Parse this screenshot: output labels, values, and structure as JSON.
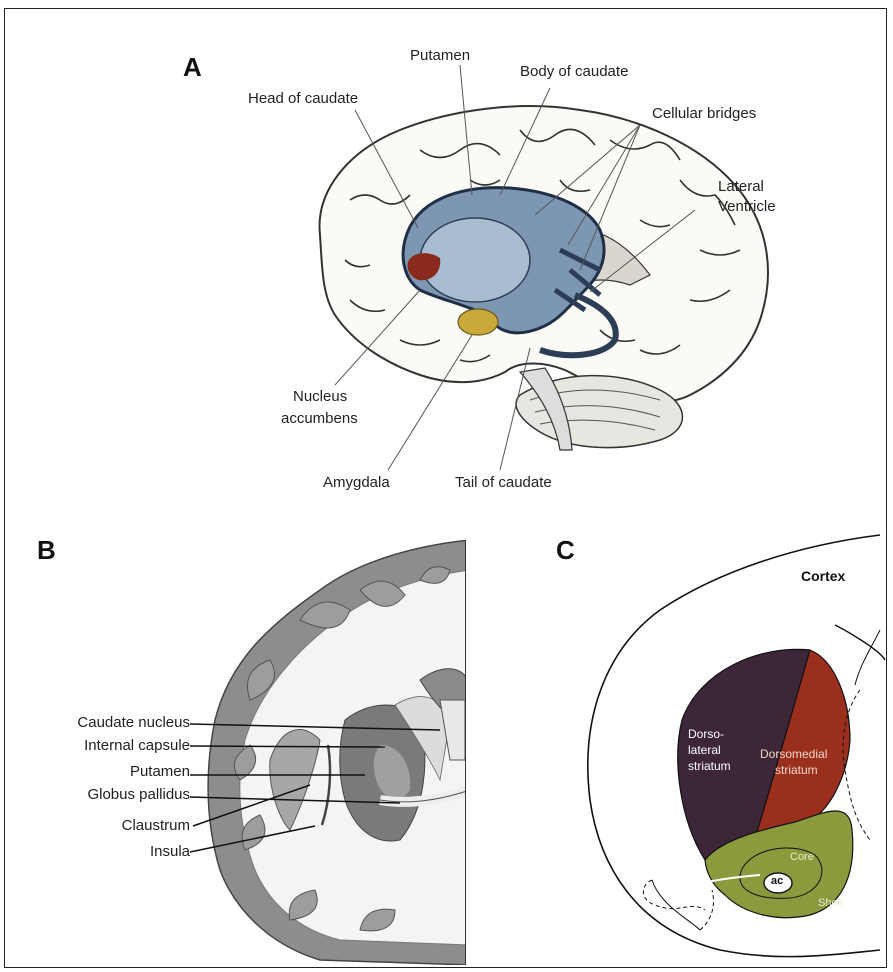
{
  "panels": {
    "a": {
      "letter": "A",
      "labels": {
        "putamen": "Putamen",
        "body_of_caudate": "Body of caudate",
        "head_of_caudate": "Head of caudate",
        "cellular_bridges": "Cellular bridges",
        "lateral_ventricle_1": "Lateral",
        "lateral_ventricle_2": "Ventricle",
        "nucleus_accumbens_1": "Nucleus",
        "nucleus_accumbens_2": "accumbens",
        "amygdala": "Amygdala",
        "tail_of_caudate": "Tail of caudate"
      }
    },
    "b": {
      "letter": "B",
      "labels": {
        "caudate_nucleus": "Caudate nucleus",
        "internal_capsule": "Internal capsule",
        "putamen": "Putamen",
        "globus_pallidus": "Globus pallidus",
        "claustrum": "Claustrum",
        "insula": "Insula"
      }
    },
    "c": {
      "letter": "C",
      "labels": {
        "cortex": "Cortex",
        "dorsolateral_1": "Dorso-",
        "dorsolateral_2": "lateral",
        "dorsolateral_3": "striatum",
        "dorsomedial_1": "Dorsomedial",
        "dorsomedial_2": "striatum",
        "core": "Core",
        "shell": "Shell",
        "ac": "ac"
      }
    }
  },
  "colors": {
    "dorsolateral": "#3d2638",
    "dorsomedial": "#9a2f1e",
    "accumbens": "#8c9a3e",
    "striatum_blue": "#4a6a8a",
    "amygdala": "#c9a93a",
    "accumbens_red": "#8a2a1c"
  }
}
